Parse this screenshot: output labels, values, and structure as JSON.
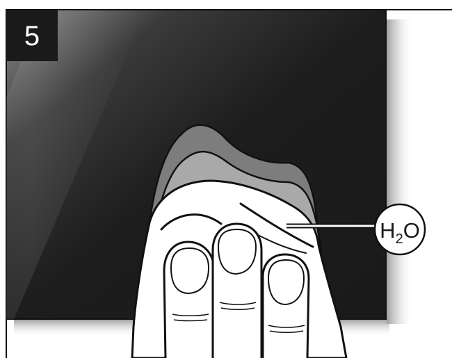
{
  "step": {
    "number": "5"
  },
  "callout": {
    "main": "H",
    "subscript": "2",
    "tail": "O",
    "icon": "water-callout-icon"
  },
  "colors": {
    "panel_dark": "#1b1b1b",
    "panel_highlight": "#8a8a8a",
    "badge": "#1a1a1a",
    "outline": "#111111",
    "hand": "#ffffff",
    "smear_dark": "#7d7d7d",
    "smear_light": "#a9a9a9"
  }
}
